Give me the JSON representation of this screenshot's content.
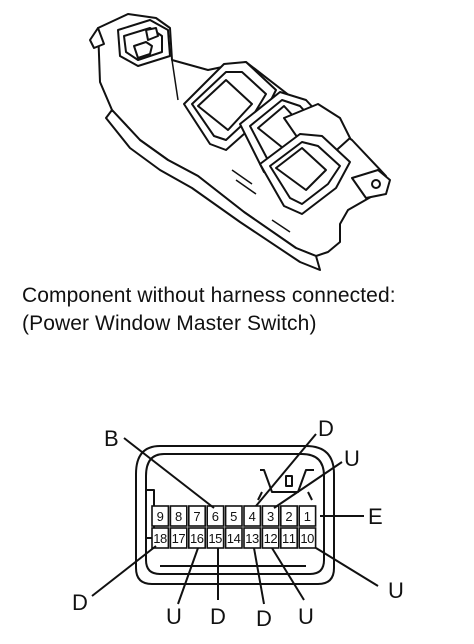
{
  "caption": {
    "line1": "Component without harness connected:",
    "line2": "(Power Window Master Switch)"
  },
  "connector": {
    "top_row": [
      "9",
      "8",
      "7",
      "6",
      "5",
      "4",
      "3",
      "2",
      "1"
    ],
    "bottom_row": [
      "18",
      "17",
      "16",
      "15",
      "14",
      "13",
      "12",
      "11",
      "10"
    ]
  },
  "callouts": {
    "pin6": "B",
    "pin4": "D",
    "pin3": "U",
    "pin1": "E",
    "pin18": "D",
    "pin16": "U",
    "pin15": "D",
    "pin13": "D",
    "pin12": "U",
    "pin10": "U"
  }
}
